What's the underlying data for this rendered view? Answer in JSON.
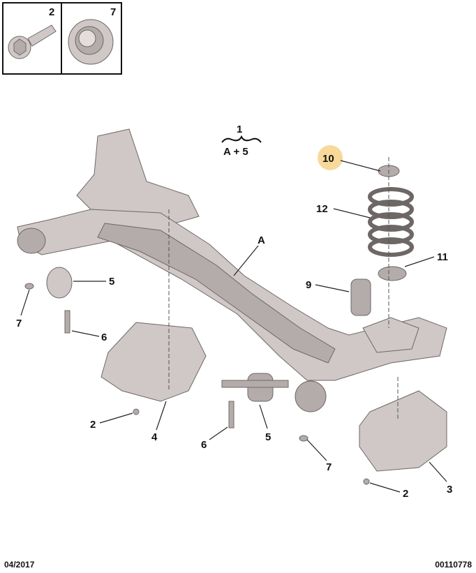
{
  "inset": {
    "boxes": [
      {
        "label": "2",
        "part": "bolt"
      },
      {
        "label": "7",
        "part": "cup-washer"
      }
    ]
  },
  "assembly": {
    "top": "1",
    "bottom": "A + 5"
  },
  "highlight_color": "#f8d99a",
  "callouts": [
    "10",
    "12",
    "A",
    "11",
    "9",
    "5",
    "7",
    "6",
    "2",
    "4",
    "6",
    "5",
    "7",
    "2",
    "3"
  ],
  "footer": {
    "date": "04/2017",
    "reference": "00110778"
  }
}
